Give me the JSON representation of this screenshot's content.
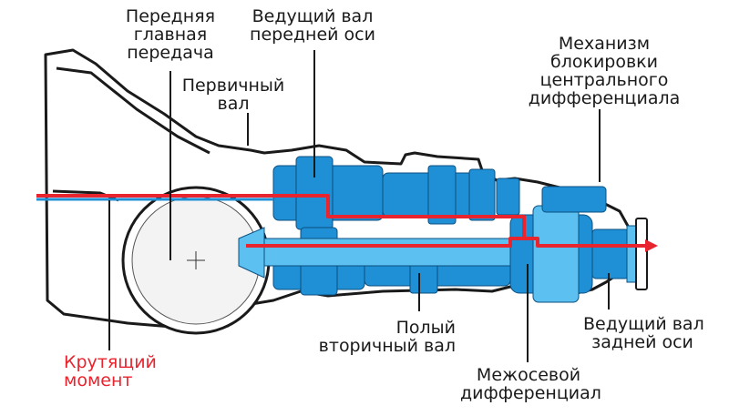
{
  "labels": {
    "front_final_drive": [
      "Передняя",
      "главная",
      "передача"
    ],
    "front_drive_shaft": [
      "Ведущий вал",
      "передней оси"
    ],
    "primary_shaft": [
      "Первичный",
      "вал"
    ],
    "center_lock": [
      "Механизм",
      "блокировки",
      "центрального",
      "дифференциала"
    ],
    "hollow_secondary_shaft": [
      "Полый",
      "вторичный вал"
    ],
    "rear_drive_shaft": [
      "Ведущий вал",
      "задней оси"
    ],
    "torque": [
      "Крутящий",
      "момент"
    ],
    "center_diff": [
      "Межосевой",
      "дифференциал"
    ]
  },
  "colors": {
    "housing": "#1a1a1a",
    "gears": "#1f8fd6",
    "gears_light": "#5cc0f0",
    "torque_flow": "#e8242e",
    "torque_text": "#e8242e",
    "text": "#1a1a1a"
  }
}
